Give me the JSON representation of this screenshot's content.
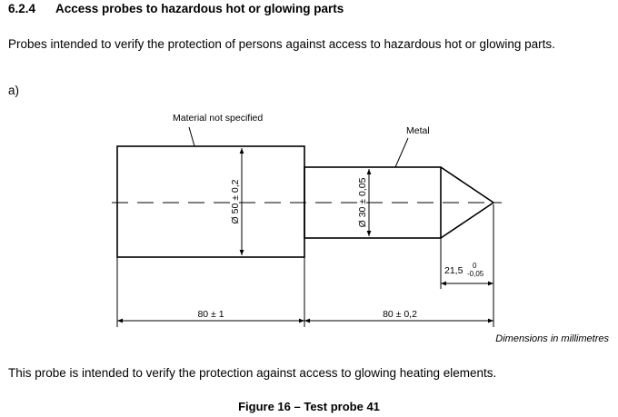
{
  "section": {
    "number": "6.2.4",
    "title": "Access probes to hazardous hot or glowing parts"
  },
  "intro": "Probes intended to verify the protection of persons against access to hazardous hot or glowing parts.",
  "item_label": "a)",
  "figure": {
    "labels": {
      "material": "Material not specified",
      "metal": "Metal",
      "dia_large": "Ø 50 ± 0,2",
      "dia_small": "Ø 30 ± 0,05",
      "len_left": "80 ± 1",
      "len_right": "80 ± 0,2",
      "tip_base": "21,5",
      "tip_upper": "0",
      "tip_lower": "-0,05"
    },
    "units_note": "Dimensions in millimetres"
  },
  "note": "This probe is intended to verify the protection against access to glowing heating elements.",
  "caption": "Figure 16 – Test probe 41"
}
